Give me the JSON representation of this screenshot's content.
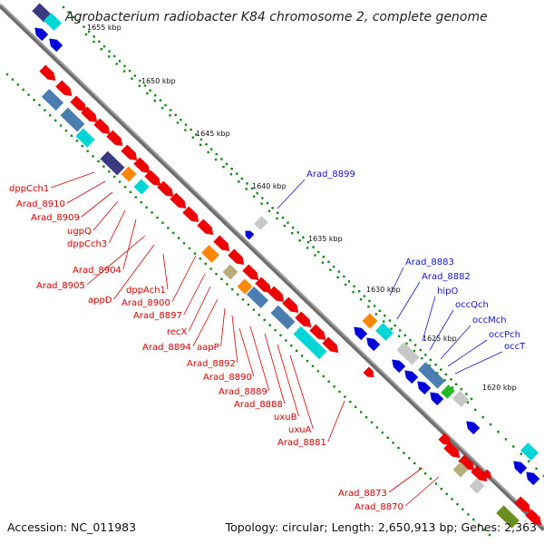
{
  "title": "Agrobacterium radiobacter K84 chromosome 2, complete genome",
  "accession": "Accession: NC_011983",
  "summary": "Topology: circular; Length: 2,650,913 bp; Genes: 2,363",
  "kbp_ticks": [
    "1655 kbp",
    "1650 kbp",
    "1645 kbp",
    "1640 kbp",
    "1635 kbp",
    "1630 kbp",
    "1625 kbp",
    "1620 kbp"
  ],
  "labels_left": [
    "dppCch1",
    "Arad_8910",
    "Arad_8909",
    "ugpQ",
    "dppCch3",
    "Arad_8904",
    "Arad_8905",
    "appD",
    "dppAch1",
    "Arad_8900",
    "Arad_8897",
    "recX",
    "Arad_8894",
    "aapP",
    "Arad_8892",
    "Arad_8890",
    "Arad_8889",
    "Arad_8888",
    "uxuB",
    "uxuA",
    "Arad_8881",
    "Arad_8873",
    "Arad_8870"
  ],
  "labels_right": [
    "Arad_8899",
    "Arad_8883",
    "Arad_8882",
    "hipO",
    "occQch",
    "occMch",
    "occPch",
    "occT"
  ],
  "colors": {
    "forward_cds": "#ee0000",
    "reverse_cds": "#0000dd",
    "backbone": "#7f7f7f",
    "gc_skew": "#118811",
    "steelblue": "#4a7eb0",
    "cyan": "#00d6d6",
    "orange": "#ff8800",
    "gray": "#c8c8c8",
    "khaki": "#b6ad7a",
    "olive": "#6a8f1e",
    "green": "#22bb22",
    "navy": "#3a3a80"
  }
}
